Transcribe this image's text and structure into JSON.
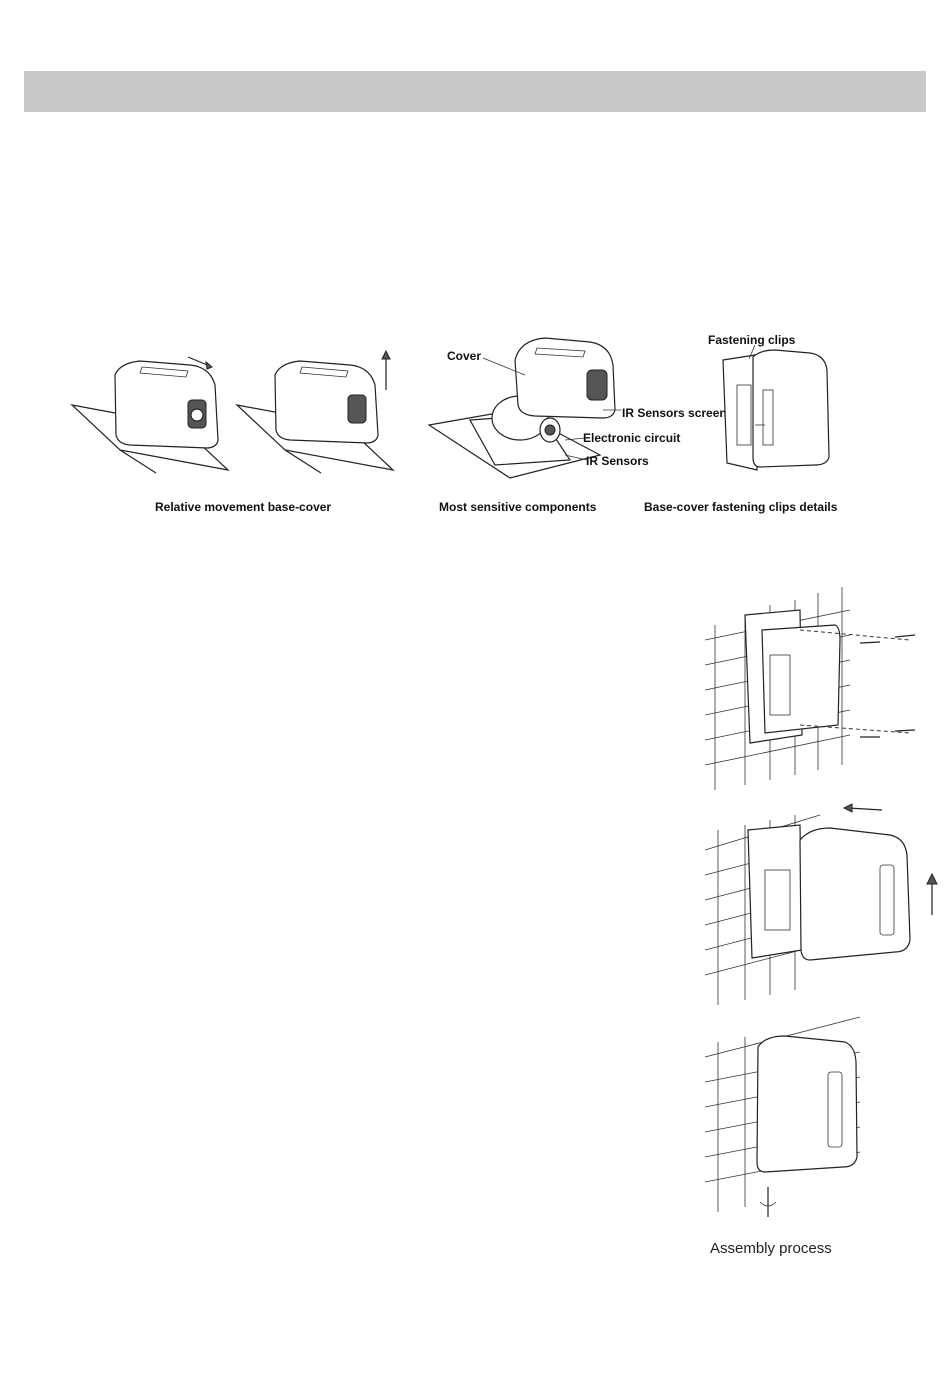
{
  "figures_row": {
    "captions": {
      "relative_movement": "Relative movement base-cover",
      "sensitive_components": "Most sensitive components",
      "fastening_details": "Base-cover fastening clips details"
    },
    "callouts": {
      "cover": "Cover",
      "ir_sensors_screen": "IR Sensors screen",
      "electronic_circuit": "Electronic circuit",
      "ir_sensors": "IR Sensors",
      "fastening_clips": "Fastening clips"
    }
  },
  "assembly": {
    "caption": "Assembly process"
  }
}
